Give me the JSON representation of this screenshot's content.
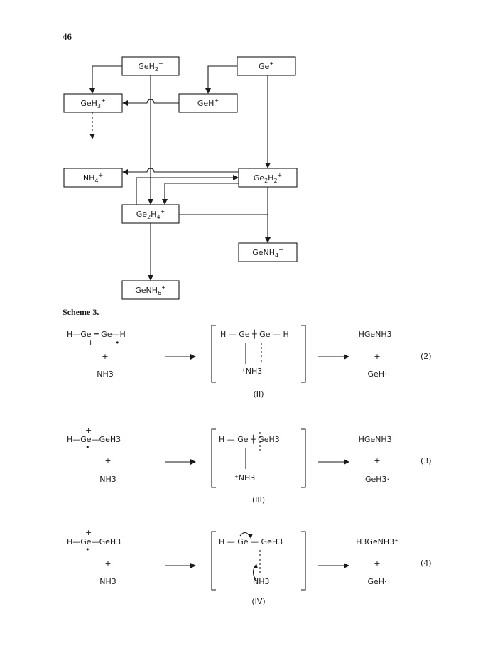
{
  "page_number": "46",
  "scheme_label": "Scheme 3.",
  "flow_boxes": {
    "geh2": {
      "base": "GeH",
      "sub": "2",
      "sup": "+"
    },
    "ge": {
      "base": "Ge",
      "sup": "+"
    },
    "geh3": {
      "base": "GeH",
      "sub": "3",
      "sup": "+"
    },
    "geh": {
      "base": "GeH",
      "sup": "+"
    },
    "nh4": {
      "base": "NH",
      "sub": "4",
      "sup": "+"
    },
    "ge2h2": {
      "text": "Ge",
      "sub1": "2",
      "mid": "H",
      "sub2": "2",
      "sup": "+"
    },
    "ge2h4": {
      "text": "Ge",
      "sub1": "2",
      "mid": "H",
      "sub2": "4",
      "sup": "+"
    },
    "genh4": {
      "base": "GeNH",
      "sub": "4",
      "sup": "+"
    },
    "genh6": {
      "base": "GeNH",
      "sub": "6",
      "sup": "+"
    }
  },
  "reactions": [
    {
      "reactant_main": "H—Ge ═ Ge—H",
      "plus": "+",
      "reactant2": "NH3",
      "intermediate_main": "H — Ge ╪ Ge — H",
      "intermediate_nh3": "⁺NH3",
      "intermediate_label": "(II)",
      "product1": "HGeNH3⁺",
      "product_plus": "+",
      "product2": "GeH·",
      "equation_number": "(2)"
    },
    {
      "reactant_main": "H—Ge—GeH3",
      "plus": "+",
      "reactant2": "NH3",
      "intermediate_main": "H — Ge ┼ GeH3",
      "intermediate_nh3": "⁺NH3",
      "intermediate_label": "(III)",
      "product1": "HGeNH3⁺",
      "product_plus": "+",
      "product2": "GeH3·",
      "equation_number": "(3)"
    },
    {
      "reactant_main": "H—Ge—GeH3",
      "plus": "+",
      "reactant2": "NH3",
      "intermediate_main": "H — Ge — GeH3",
      "intermediate_nh3": "NH3",
      "intermediate_label": "(IV)",
      "product1": "H3GeNH3⁺",
      "product_plus": "+",
      "product2": "GeH·",
      "equation_number": "(4)"
    }
  ]
}
